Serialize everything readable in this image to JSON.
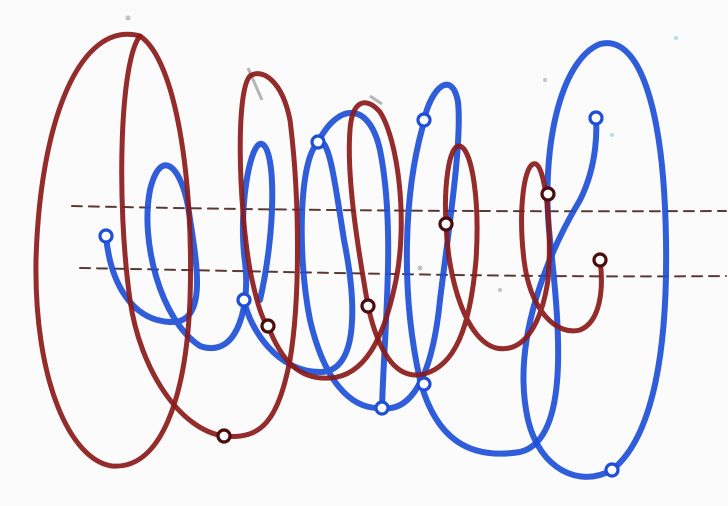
{
  "colors": {
    "background": "#fbfbfb",
    "red_strand": "#8b1a1a",
    "red_strand_edge": "#4a0c0c",
    "blue_strand": "#1e4fd6",
    "guide_lines": "#5a3a32",
    "specks": "#555555"
  },
  "strands": [
    {
      "name": "red",
      "color_key": "red_strand"
    },
    {
      "name": "blue",
      "color_key": "blue_strand"
    }
  ]
}
